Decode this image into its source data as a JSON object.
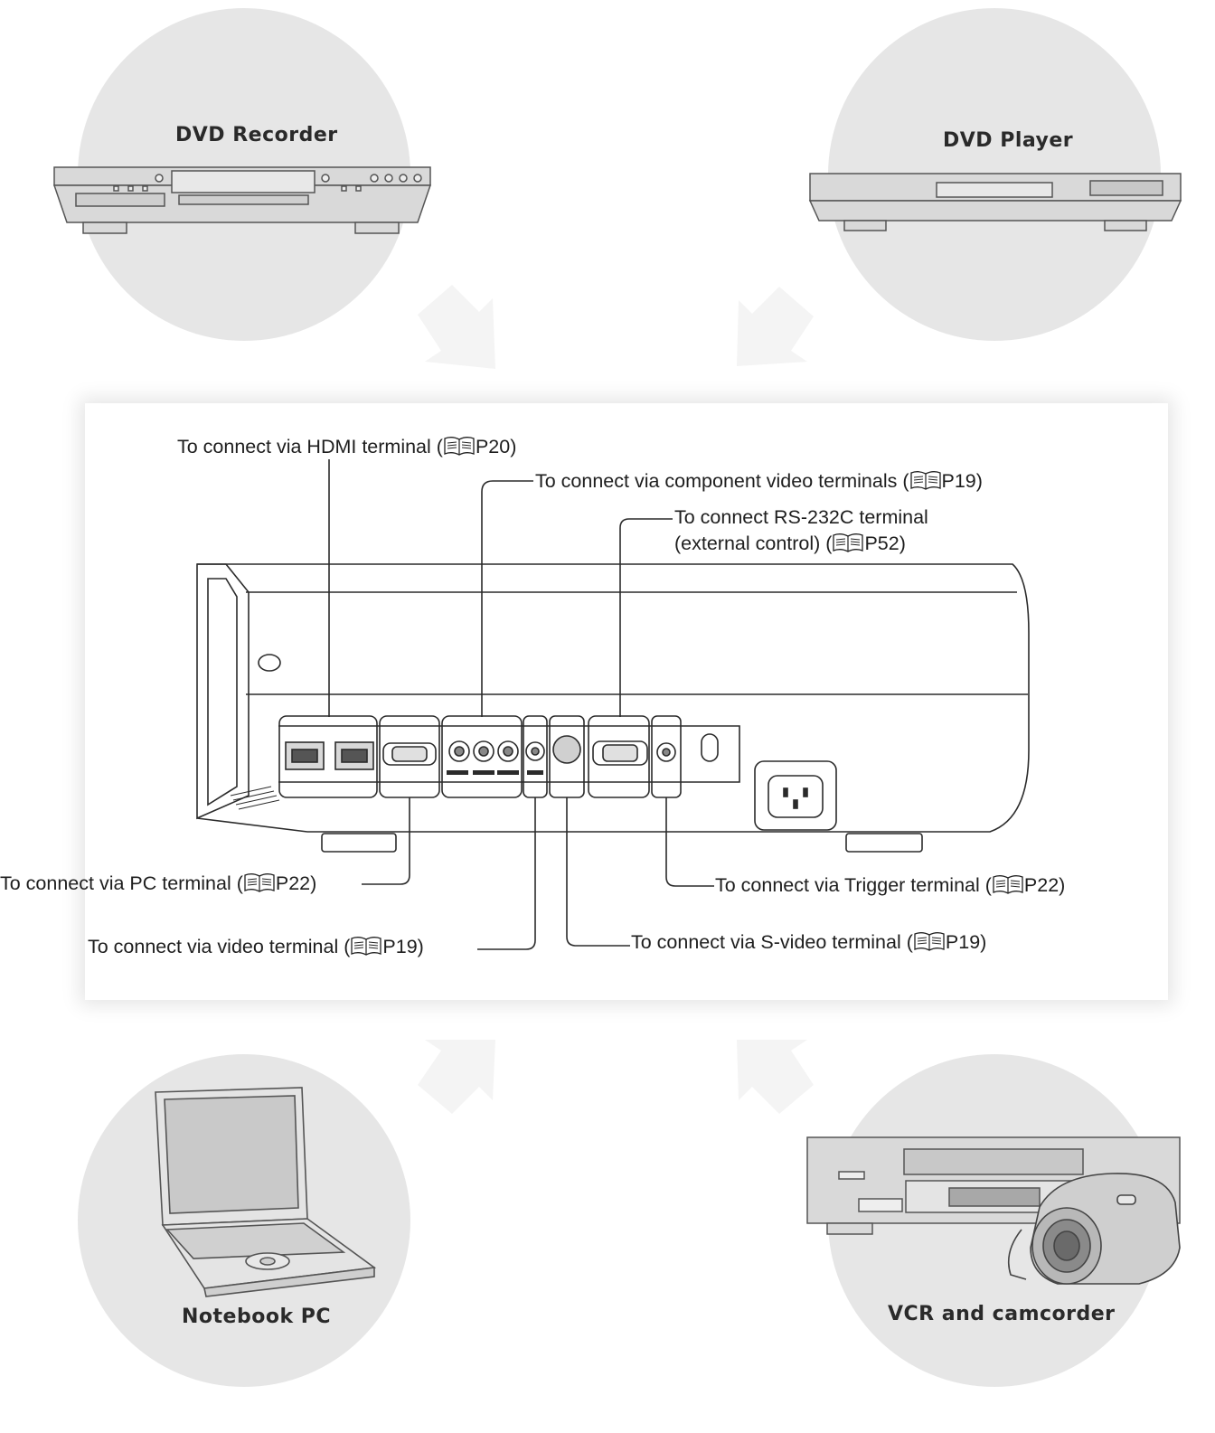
{
  "devices": {
    "dvd_recorder": "DVD Recorder",
    "dvd_player": "DVD Player",
    "notebook_pc": "Notebook PC",
    "vcr_camcorder": "VCR and camcorder"
  },
  "callouts": {
    "hdmi": {
      "text": "To connect via HDMI terminal (",
      "page": "P20)"
    },
    "component": {
      "text": "To connect via component video terminals (",
      "page": "P19)"
    },
    "rs232_line1": "To connect RS-232C terminal",
    "rs232_line2": {
      "text": "(external control) (",
      "page": "P52)"
    },
    "pc": {
      "text": "To connect via PC terminal (",
      "page": "P22)"
    },
    "video": {
      "text": "To connect via video terminal (",
      "page": "P19)"
    },
    "svideo": {
      "text": "To connect via S-video terminal (",
      "page": "P19)"
    },
    "trigger": {
      "text": "To connect via Trigger terminal (",
      "page": "P22)"
    }
  },
  "colors": {
    "circle": "#e6e6e6",
    "line": "#2b2b2b",
    "device_fill": "#d9d9d9",
    "device_stroke": "#555555"
  },
  "icons": {
    "book": "book-reference-icon"
  }
}
